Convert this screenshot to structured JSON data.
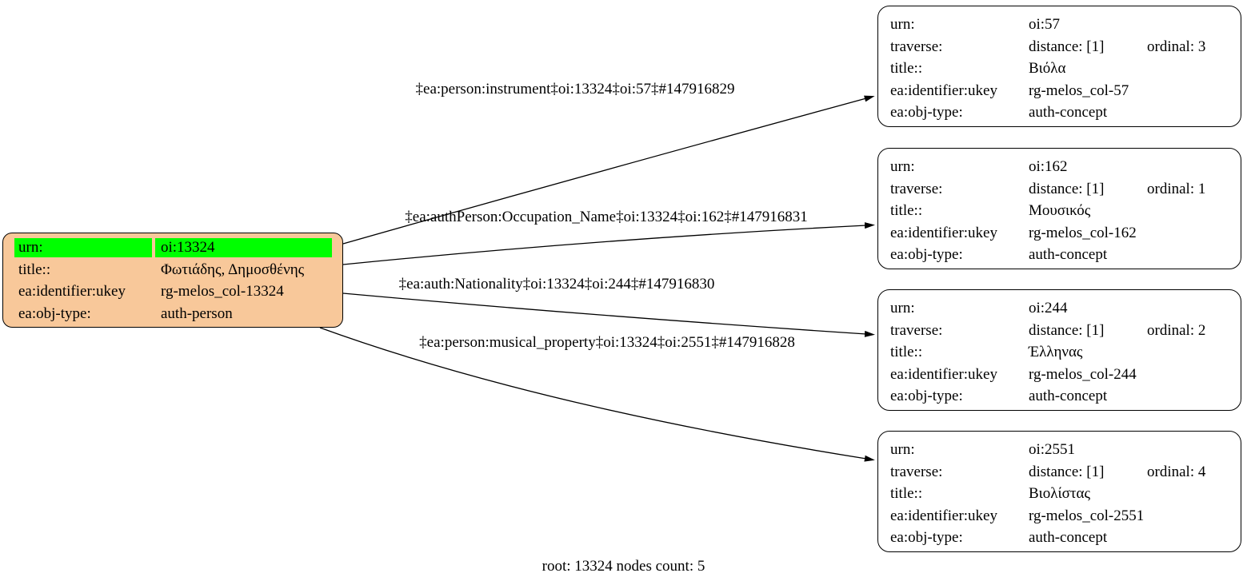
{
  "diagram": {
    "footer": "root: 13324 nodes count: 5",
    "colors": {
      "root_fill": "#f8c89a",
      "highlight": "#00ff00",
      "node_fill": "#ffffff",
      "stroke": "#000000"
    }
  },
  "field_labels": {
    "urn": "urn:",
    "traverse": "traverse:",
    "title": "title::",
    "ukey": "ea:identifier:ukey",
    "obj_type": "ea:obj-type:"
  },
  "root_node": {
    "urn_value": "oi:13324",
    "title_value": "Φωτιάδης, Δημοσθένης",
    "ukey_value": "rg-melos_col-13324",
    "obj_type_value": "auth-person"
  },
  "nodes": [
    {
      "urn_value": "oi:57",
      "distance": "distance: [1]",
      "ordinal": "ordinal: 3",
      "title_value": "Βιόλα",
      "ukey_value": "rg-melos_col-57",
      "obj_type_value": "auth-concept"
    },
    {
      "urn_value": "oi:162",
      "distance": "distance: [1]",
      "ordinal": "ordinal: 1",
      "title_value": "Μουσικός",
      "ukey_value": "rg-melos_col-162",
      "obj_type_value": "auth-concept"
    },
    {
      "urn_value": "oi:244",
      "distance": "distance: [1]",
      "ordinal": "ordinal: 2",
      "title_value": "Έλληνας",
      "ukey_value": "rg-melos_col-244",
      "obj_type_value": "auth-concept"
    },
    {
      "urn_value": "oi:2551",
      "distance": "distance: [1]",
      "ordinal": "ordinal: 4",
      "title_value": "Βιολίστας",
      "ukey_value": "rg-melos_col-2551",
      "obj_type_value": "auth-concept"
    }
  ],
  "edges": [
    {
      "label": "‡ea:person:instrument‡oi:13324‡oi:57‡#147916829"
    },
    {
      "label": "‡ea:authPerson:Occupation_Name‡oi:13324‡oi:162‡#147916831"
    },
    {
      "label": "‡ea:auth:Nationality‡oi:13324‡oi:244‡#147916830"
    },
    {
      "label": "‡ea:person:musical_property‡oi:13324‡oi:2551‡#147916828"
    }
  ]
}
